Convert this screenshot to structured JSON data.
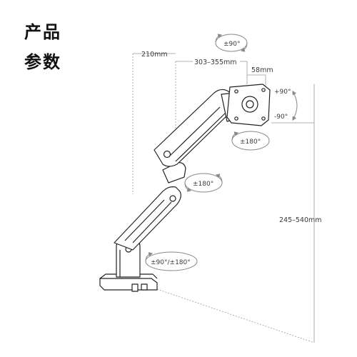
{
  "title": {
    "line1": "产品",
    "line2": "参数"
  },
  "dimensions": {
    "depth_base": "210mm",
    "arm_reach": "303–355mm",
    "vesa_offset": "58mm",
    "height_range": "245–540mm"
  },
  "rotations": {
    "top_swivel": "±90°",
    "tilt_up": "+90°",
    "tilt_down": "-90°",
    "screen_rotate": "±180°",
    "elbow": "±180°",
    "base": "±90°/±180°"
  },
  "colors": {
    "line": "#222222",
    "guide": "#9a9a9a",
    "arrow": "#888888"
  }
}
